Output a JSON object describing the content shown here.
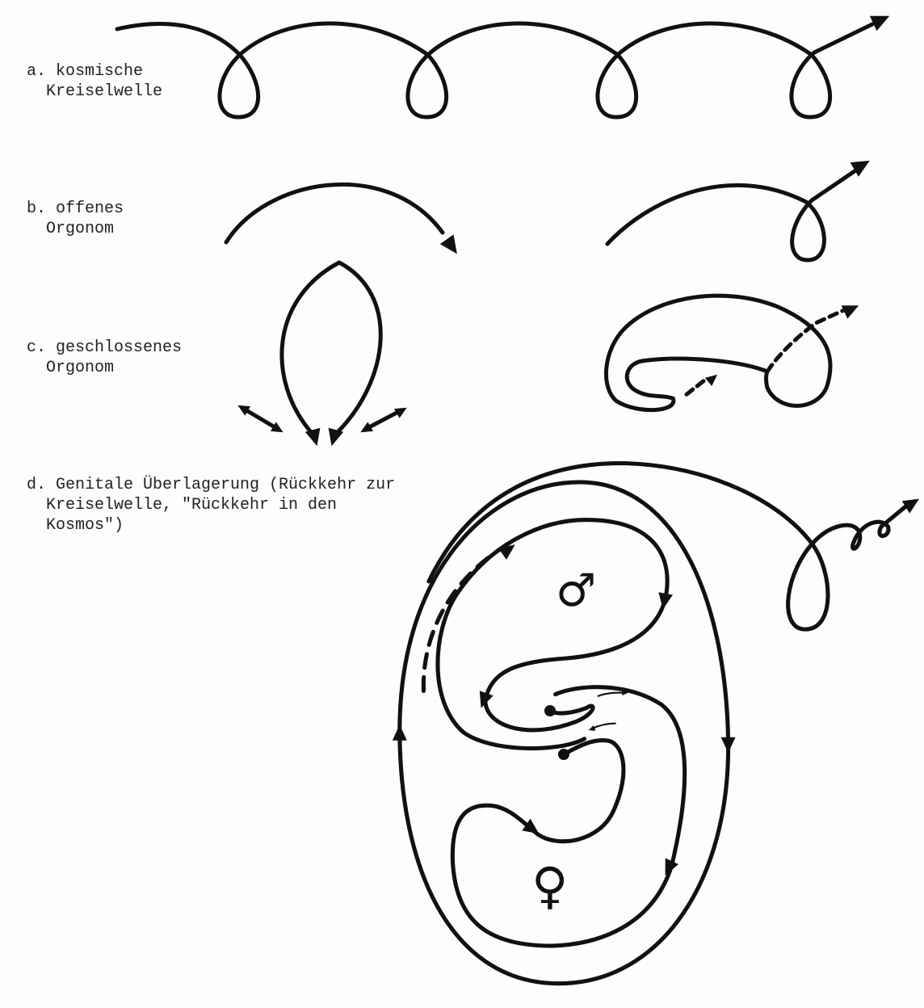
{
  "labels": {
    "a": {
      "line1": "a. kosmische",
      "line2": "  Kreiselwelle"
    },
    "b": {
      "line1": "b. offenes",
      "line2": "  Orgonom"
    },
    "c": {
      "line1": "c. geschlossenes",
      "line2": "  Orgonom"
    },
    "d": {
      "line1": "d. Genitale Überlagerung (Rückkehr zur",
      "line2": "  Kreiselwelle, \"Rückkehr in den",
      "line3": "  Kosmos\")"
    }
  },
  "symbols": {
    "male": "♂",
    "female": "♀"
  },
  "colors": {
    "ink": "#111111",
    "paper": "#fdfdfd"
  }
}
